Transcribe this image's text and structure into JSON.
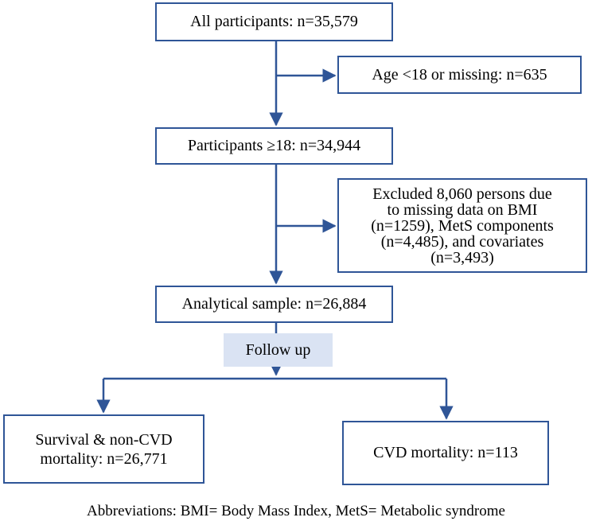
{
  "boxes": {
    "all": "All participants: n=35,579",
    "age_excl": "Age <18 or missing: n=635",
    "adults": "Participants ≥18: n=34,944",
    "excluded_lines": [
      "Excluded 8,060 persons due",
      "to missing data on BMI",
      "(n=1259), MetS components",
      "(n=4,485), and covariates",
      "(n=3,493)"
    ],
    "analytical": "Analytical sample: n=26,884",
    "follow": "Follow up",
    "survival_lines": [
      "Survival & non-CVD",
      "mortality: n=26,771"
    ],
    "cvd": "CVD mortality: n=113"
  },
  "footnote": "Abbreviations: BMI= Body Mass Index, MetS= Metabolic syndrome",
  "colors": {
    "border": "#2f5597",
    "arrow": "#2f5597",
    "follow_fill": "#dae3f3"
  }
}
